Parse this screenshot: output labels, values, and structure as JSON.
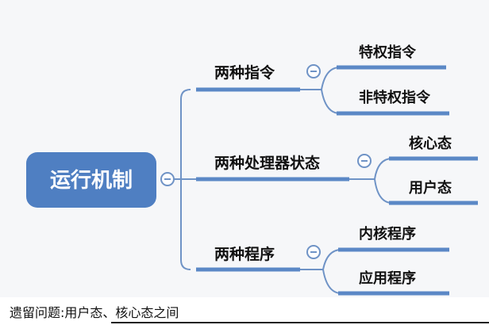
{
  "root": {
    "label": "运行机制"
  },
  "branches": [
    {
      "label": "两种指令",
      "children": [
        "特权指令",
        "非特权指令"
      ]
    },
    {
      "label": "两种处理器状态",
      "children": [
        "核心态",
        "用户态"
      ]
    },
    {
      "label": "两种程序",
      "children": [
        "内核程序",
        "应用程序"
      ]
    }
  ],
  "caption": "遗留问题:用户态、核心态之间",
  "colors": {
    "root_fill": "#4f7fc2",
    "line": "#5b88c6",
    "connector": "#6f93c6",
    "background": "#f6f7f9"
  }
}
